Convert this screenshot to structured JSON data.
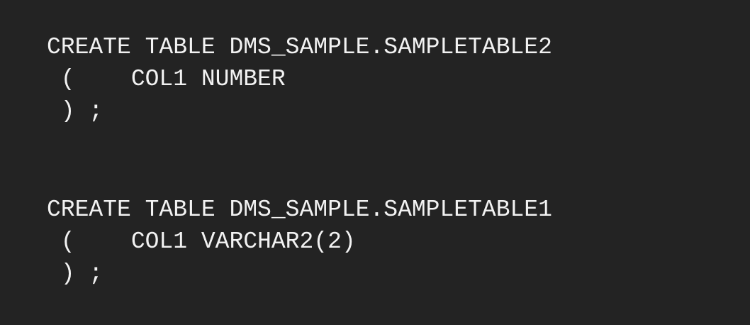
{
  "code": {
    "statements": [
      {
        "lines": [
          "CREATE TABLE DMS_SAMPLE.SAMPLETABLE2",
          " (    COL1 NUMBER",
          " ) ;"
        ]
      },
      {
        "lines": [
          "CREATE TABLE DMS_SAMPLE.SAMPLETABLE1",
          " (    COL1 VARCHAR2(2)",
          " ) ;"
        ]
      }
    ]
  }
}
